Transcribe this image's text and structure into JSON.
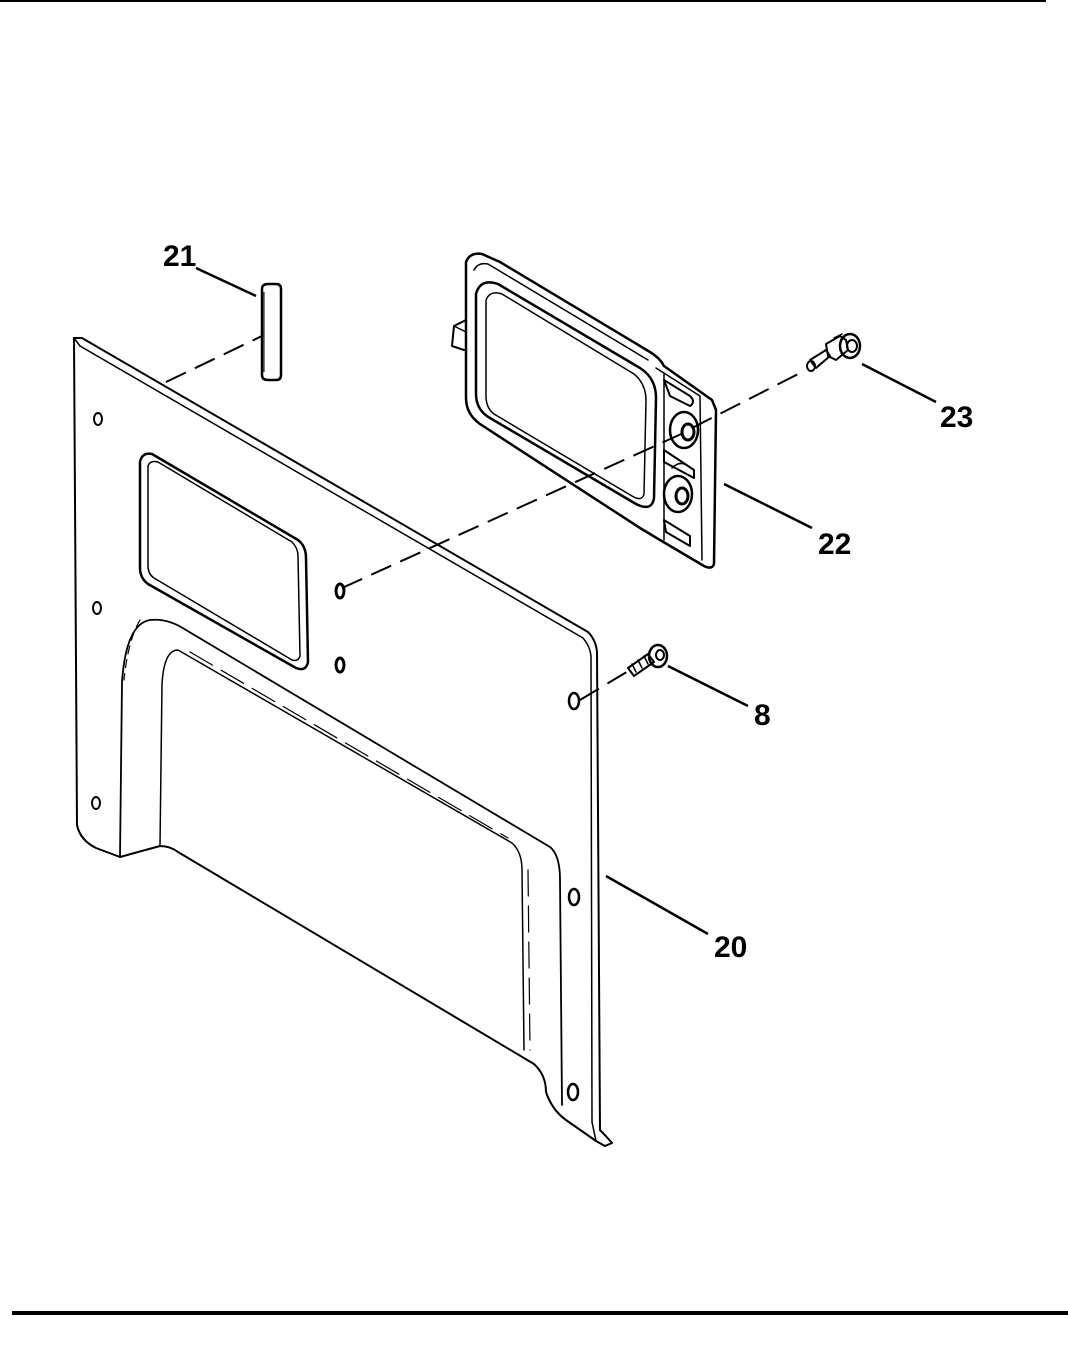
{
  "diagram": {
    "callouts": [
      {
        "id": "c21",
        "label": "21"
      },
      {
        "id": "c22",
        "label": "22"
      },
      {
        "id": "c23",
        "label": "23"
      },
      {
        "id": "c8",
        "label": "8"
      },
      {
        "id": "c20",
        "label": "20"
      }
    ],
    "colors": {
      "ink": "#000000",
      "paper": "#ffffff"
    }
  }
}
